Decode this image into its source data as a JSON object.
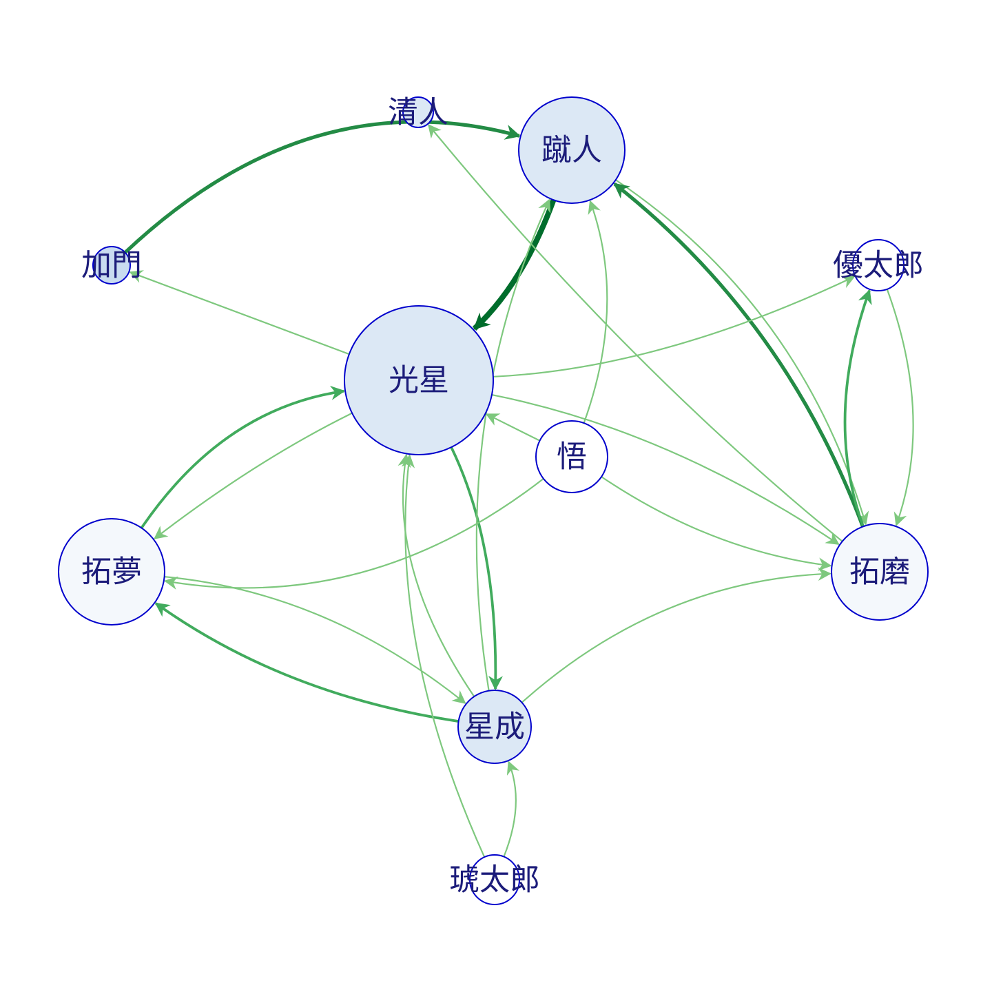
{
  "graph": {
    "type": "directed-network",
    "node_stroke": "#0000cc",
    "label_color": "#1c1c7a",
    "nodes": [
      {
        "id": "shuto",
        "label": "蹴人",
        "fill": "#dce8f5"
      },
      {
        "id": "kiyoto",
        "label": "清人",
        "fill": "#dce8f5"
      },
      {
        "id": "kamon",
        "label": "加門",
        "fill": "#c9dcf0"
      },
      {
        "id": "yutaro",
        "label": "優太郎",
        "fill": "#ffffff"
      },
      {
        "id": "kosei",
        "label": "光星",
        "fill": "#dce8f5"
      },
      {
        "id": "satoru",
        "label": "悟",
        "fill": "#ffffff"
      },
      {
        "id": "takumu",
        "label": "拓夢",
        "fill": "#f4f8fc"
      },
      {
        "id": "takuma",
        "label": "拓磨",
        "fill": "#f4f8fc"
      },
      {
        "id": "seinari",
        "label": "星成",
        "fill": "#dce8f5"
      },
      {
        "id": "kotaro",
        "label": "琥太郎",
        "fill": "#ffffff"
      }
    ],
    "edge_colors": {
      "1": "#7ec87e",
      "2": "#41ab5d",
      "3": "#238b45",
      "4": "#006d2c"
    },
    "edges": [
      {
        "from": "kamon",
        "to": "shuto",
        "weight": 3
      },
      {
        "from": "shuto",
        "to": "kosei",
        "weight": 4
      },
      {
        "from": "shuto",
        "to": "takuma",
        "weight": 1
      },
      {
        "from": "takuma",
        "to": "shuto",
        "weight": 3
      },
      {
        "from": "takuma",
        "to": "kiyoto",
        "weight": 1
      },
      {
        "from": "kosei",
        "to": "kamon",
        "weight": 1
      },
      {
        "from": "kosei",
        "to": "yutaro",
        "weight": 1
      },
      {
        "from": "kosei",
        "to": "takumu",
        "weight": 1
      },
      {
        "from": "kosei",
        "to": "seinari",
        "weight": 2
      },
      {
        "from": "kosei",
        "to": "takuma",
        "weight": 1
      },
      {
        "from": "takumu",
        "to": "kosei",
        "weight": 2
      },
      {
        "from": "satoru",
        "to": "shuto",
        "weight": 1
      },
      {
        "from": "satoru",
        "to": "kosei",
        "weight": 1
      },
      {
        "from": "satoru",
        "to": "takumu",
        "weight": 1
      },
      {
        "from": "satoru",
        "to": "takuma",
        "weight": 1
      },
      {
        "from": "seinari",
        "to": "shuto",
        "weight": 1
      },
      {
        "from": "seinari",
        "to": "kosei",
        "weight": 1
      },
      {
        "from": "seinari",
        "to": "takumu",
        "weight": 2
      },
      {
        "from": "seinari",
        "to": "takuma",
        "weight": 1
      },
      {
        "from": "takumu",
        "to": "seinari",
        "weight": 1
      },
      {
        "from": "takuma",
        "to": "yutaro",
        "weight": 2
      },
      {
        "from": "yutaro",
        "to": "takuma",
        "weight": 1
      },
      {
        "from": "kotaro",
        "to": "seinari",
        "weight": 1
      },
      {
        "from": "kotaro",
        "to": "kosei",
        "weight": 1
      }
    ]
  }
}
